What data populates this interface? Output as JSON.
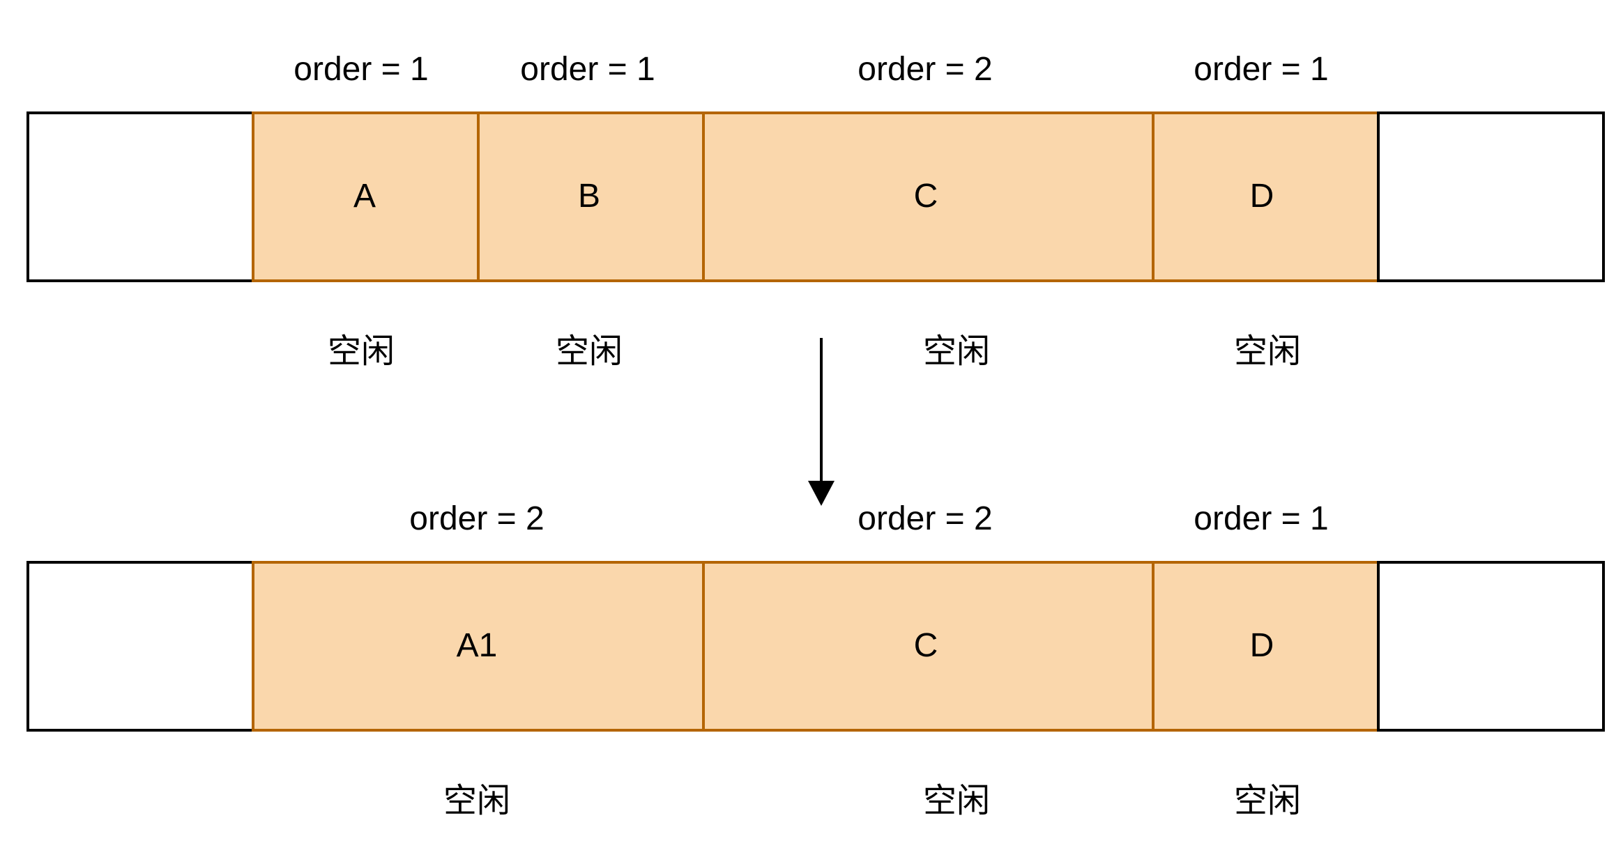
{
  "colors": {
    "block_fill": "#FAD7AC",
    "block_stroke": "#B46504",
    "empty_fill": "#FFFFFF",
    "empty_stroke": "#000000",
    "arrow": "#000000"
  },
  "before": {
    "blocks": [
      {
        "name": "A",
        "order_label": "order = 1",
        "status": "空闲"
      },
      {
        "name": "B",
        "order_label": "order = 1",
        "status": "空闲"
      },
      {
        "name": "C",
        "order_label": "order = 2",
        "status": "空闲"
      },
      {
        "name": "D",
        "order_label": "order = 1",
        "status": "空闲"
      }
    ]
  },
  "after": {
    "blocks": [
      {
        "name": "A1",
        "order_label": "order = 2",
        "status": "空闲"
      },
      {
        "name": "C",
        "order_label": "order = 2",
        "status": "空闲"
      },
      {
        "name": "D",
        "order_label": "order = 1",
        "status": "空闲"
      }
    ]
  }
}
